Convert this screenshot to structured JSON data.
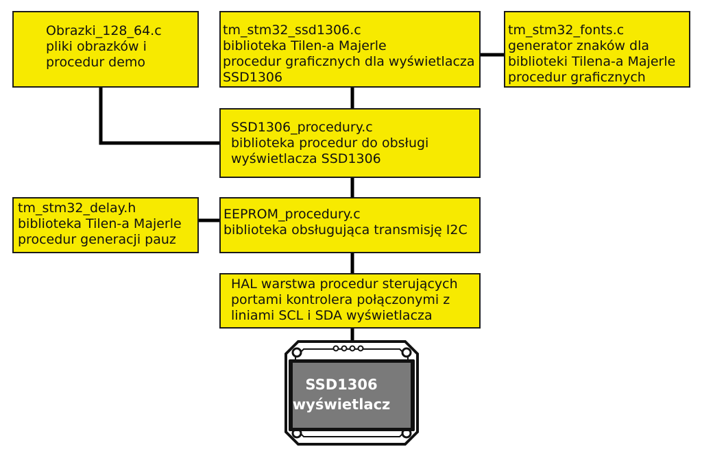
{
  "blocks": {
    "obrazki": {
      "lines": [
        "Obrazki_128_64.c",
        "pliki obrazków i",
        "procedur demo"
      ]
    },
    "ssd1306_lib": {
      "lines": [
        "tm_stm32_ssd1306.c",
        "biblioteka Tilen-a Majerle",
        "procedur graficznych dla wyświetlacza",
        "SSD1306"
      ]
    },
    "fonts": {
      "lines": [
        "tm_stm32_fonts.c",
        "generator znaków dla",
        "biblioteki Tilena-a Majerle",
        "procedur graficznych"
      ]
    },
    "procedury": {
      "lines": [
        "SSD1306_procedury.c",
        "biblioteka procedur do obsługi",
        "wyświetlacza SSD1306"
      ]
    },
    "delay": {
      "lines": [
        "tm_stm32_delay.h",
        "biblioteka Tilen-a Majerle",
        "procedur generacji pauz"
      ]
    },
    "eeprom": {
      "lines": [
        "EEPROM_procedury.c",
        "biblioteka obsługująca transmisję I2C"
      ]
    },
    "hal": {
      "lines": [
        "HAL warstwa procedur sterujących",
        "portami kontrolera połączonymi z",
        "liniami SCL i SDA wyświetlacza"
      ]
    }
  },
  "display": {
    "line1": "SSD1306",
    "line2": "wyświetlacz"
  },
  "colors": {
    "block_fill": "#f7ea00",
    "block_border": "#1a1a1a",
    "connector": "#000000",
    "display_frame": "#ffffff",
    "display_screen": "#7a7a7a"
  }
}
